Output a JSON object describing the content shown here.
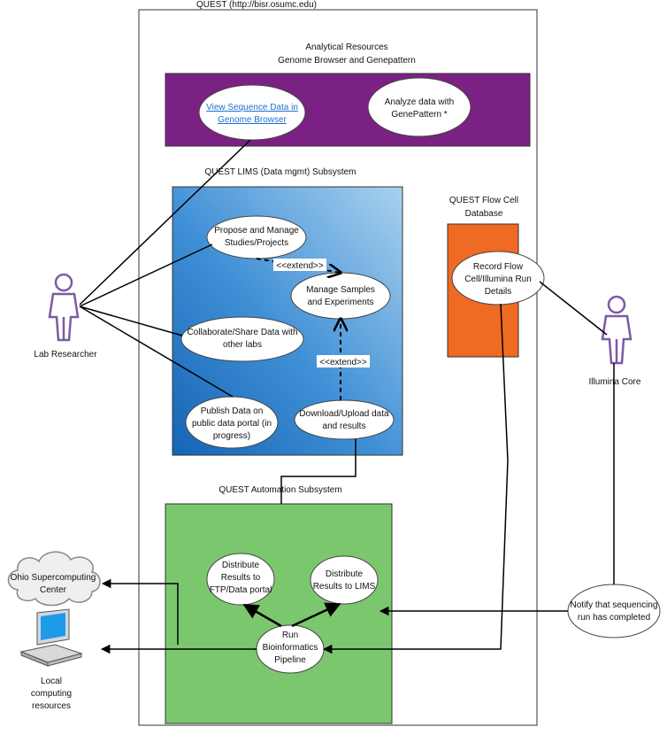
{
  "system_title": "QUEST (http://bisr.osumc.edu)",
  "analytical": {
    "title_line1": "Analytical Resources",
    "title_line2": "Genome Browser and Genepattern",
    "view_seq_line1": "View Sequence Data in",
    "view_seq_line2": "Genome Browser",
    "analyze_line1": "Analyze data with",
    "analyze_line2": "GenePattern *"
  },
  "lims": {
    "title": "QUEST LIMS (Data mgmt) Subsystem",
    "propose_line1": "Propose and Manage",
    "propose_line2": "Studies/Projects",
    "manage_line1": "Manage Samples",
    "manage_line2": "and Experiments",
    "collab_line1": "Collaborate/Share Data with",
    "collab_line2": "other labs",
    "publish_line1": "Publish Data on",
    "publish_line2": "public data portal (in",
    "publish_line3": "progress)",
    "download_line1": "Download/Upload data",
    "download_line2": "and results",
    "extend1": "<<extend>>",
    "extend2": "<<extend>>"
  },
  "flowcell": {
    "title_line1": "QUEST Flow Cell",
    "title_line2": "Database",
    "record_line1": "Record Flow",
    "record_line2": "Cell/Illumina Run",
    "record_line3": "Details"
  },
  "automation": {
    "title": "QUEST Automation Subsystem",
    "ftp_line1": "Distribute",
    "ftp_line2": "Results to",
    "ftp_line3": "FTP/Data portal",
    "lims_line1": "Distribute",
    "lims_line2": "Results to LIMS",
    "run_line1": "Run",
    "run_line2": "Bioinformatics",
    "run_line3": "Pipeline"
  },
  "notify": {
    "line1": "Notify that sequencing",
    "line2": "run has completed"
  },
  "actors": {
    "lab_researcher": "Lab Researcher",
    "illumina_core": "Illumina Core",
    "osc_line1": "Ohio Supercomputing",
    "osc_line2": "Center",
    "local_line1": "Local",
    "local_line2": "computing",
    "local_line3": "resources"
  },
  "colors": {
    "analytical_fill": "#7a2183",
    "lims_fill_light": "#a9d1ee",
    "lims_fill_dark": "#1565b6",
    "flowcell_fill": "#ef6a22",
    "automation_fill": "#7bc76e",
    "actor_stroke": "#7b5aa6"
  }
}
